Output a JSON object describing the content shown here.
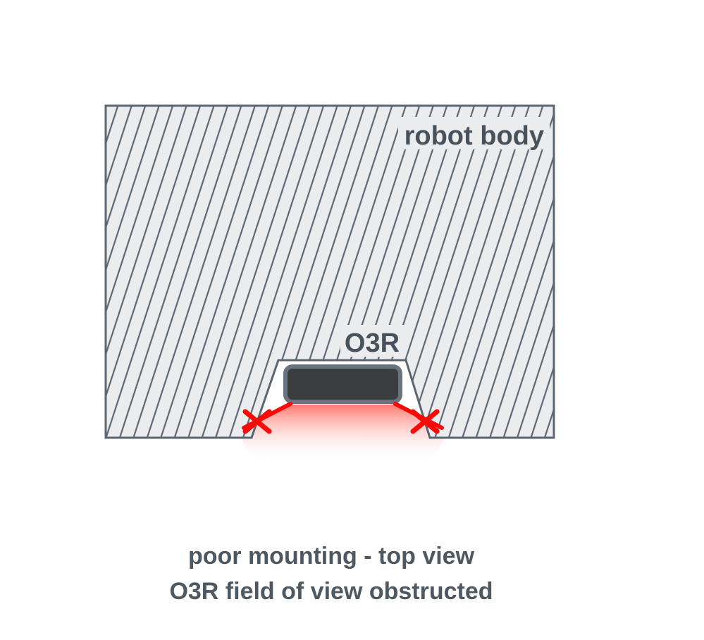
{
  "diagram": {
    "robot_body_label": "robot body",
    "camera_label": "O3R",
    "caption": {
      "line1": "poor mounting - top view",
      "line2": "O3R field of view obstructed"
    },
    "colors": {
      "outline": "#5b6671",
      "hatch_line": "#5d6772",
      "hatch_fill": "#ebeced",
      "camera_fill": "#3b3e41",
      "camera_border": "#69737d",
      "fov_red": "#ff7168",
      "ray_red": "#f80b06",
      "label_text": "#48525c",
      "caption_text": "#4d5861"
    }
  }
}
